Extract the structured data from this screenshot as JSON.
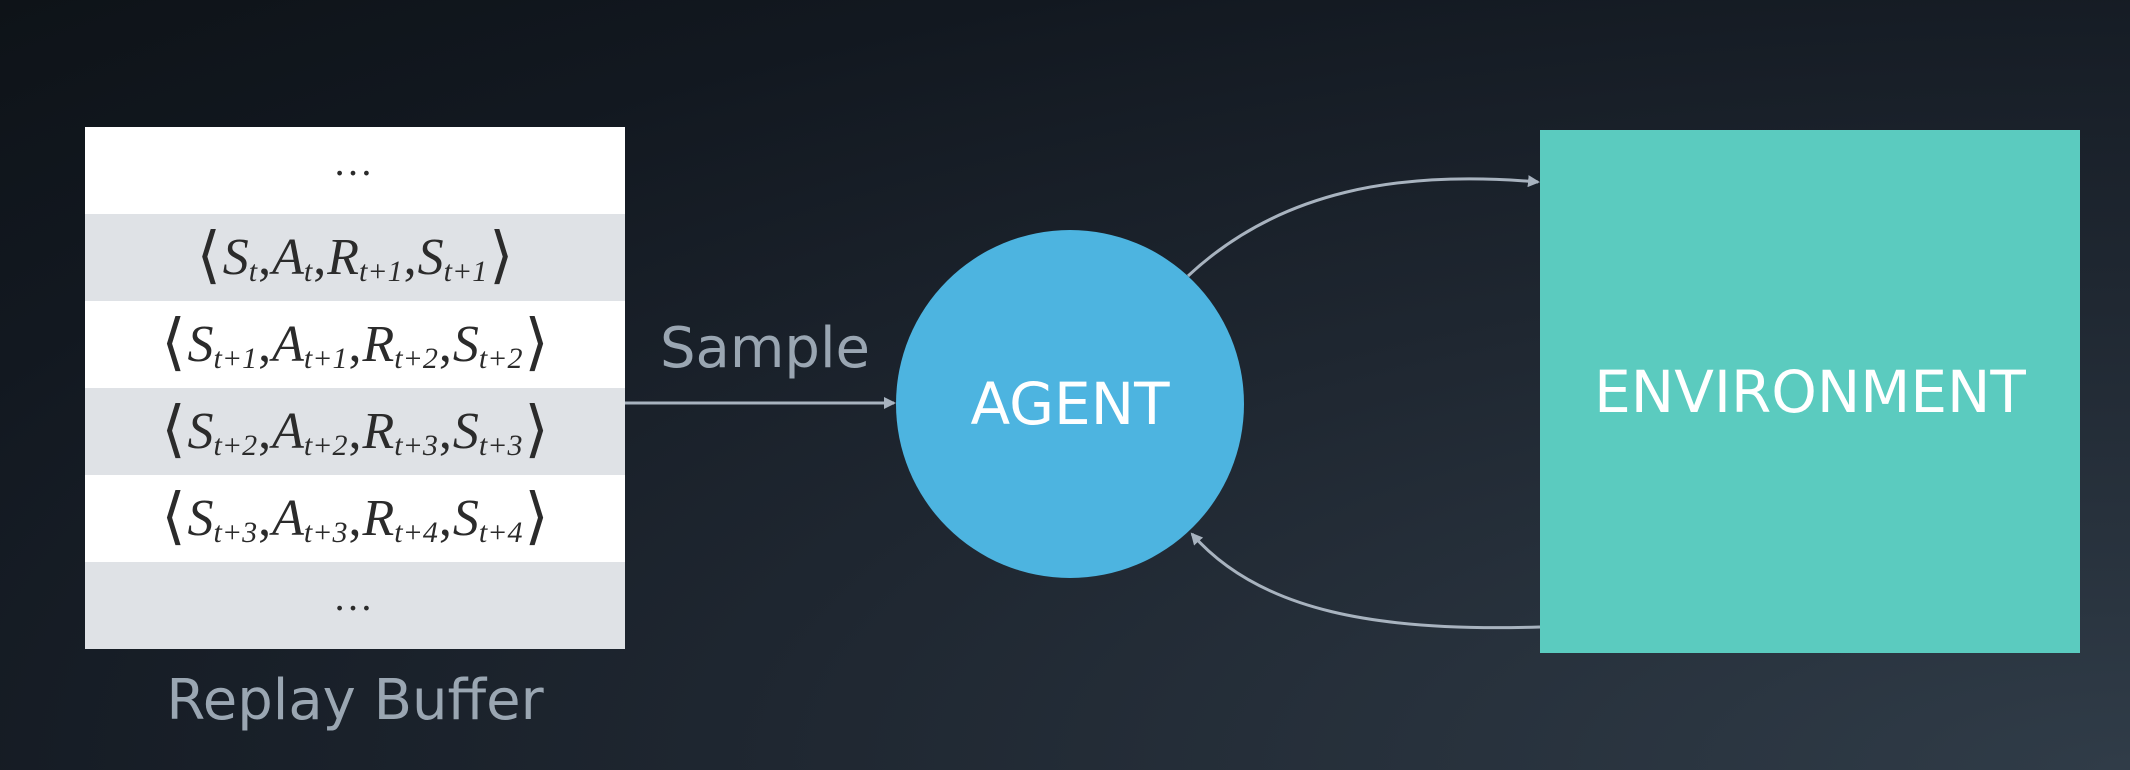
{
  "buffer": {
    "rows": [
      {
        "kind": "ellipsis",
        "text": "…"
      },
      {
        "kind": "tuple",
        "s": "S",
        "s_sub": "t",
        "a": "A",
        "a_sub": "t",
        "r": "R",
        "r_sub": "t+1",
        "s2": "S",
        "s2_sub": "t+1"
      },
      {
        "kind": "tuple",
        "s": "S",
        "s_sub": "t+1",
        "a": "A",
        "a_sub": "t+1",
        "r": "R",
        "r_sub": "t+2",
        "s2": "S",
        "s2_sub": "t+2"
      },
      {
        "kind": "tuple",
        "s": "S",
        "s_sub": "t+2",
        "a": "A",
        "a_sub": "t+2",
        "r": "R",
        "r_sub": "t+3",
        "s2": "S",
        "s2_sub": "t+3"
      },
      {
        "kind": "tuple",
        "s": "S",
        "s_sub": "t+3",
        "a": "A",
        "a_sub": "t+3",
        "r": "R",
        "r_sub": "t+4",
        "s2": "S",
        "s2_sub": "t+4"
      },
      {
        "kind": "ellipsis",
        "text": "…"
      }
    ],
    "label": "Replay Buffer"
  },
  "sample_label": "Sample",
  "agent_label": "AGENT",
  "environment_label": "ENVIRONMENT",
  "colors": {
    "agent": "#4db4e0",
    "environment": "#5bcbbf",
    "arrow": "#a8b3bf",
    "label": "#9aa6b2"
  }
}
